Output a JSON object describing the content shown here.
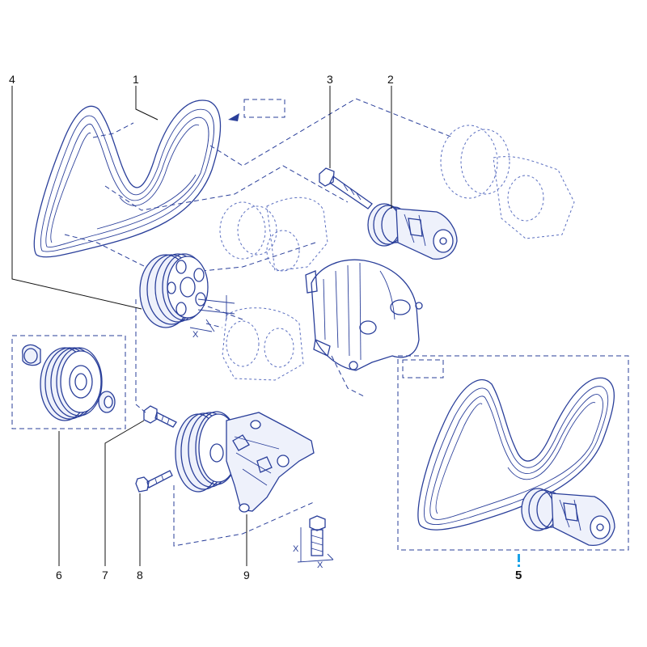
{
  "diagram": {
    "callouts": [
      {
        "id": "c1",
        "label": "1"
      },
      {
        "id": "c2",
        "label": "2"
      },
      {
        "id": "c3",
        "label": "3"
      },
      {
        "id": "c4",
        "label": "4"
      },
      {
        "id": "c5",
        "label": "5"
      },
      {
        "id": "c6",
        "label": "6"
      },
      {
        "id": "c7",
        "label": "7"
      },
      {
        "id": "c8",
        "label": "8"
      },
      {
        "id": "c9",
        "label": "9"
      }
    ],
    "dimension_marks": {
      "pulley_mark": "X",
      "bolt_mark_1": "X",
      "bolt_mark_2": "X"
    },
    "colors": {
      "line": "#2a3f9a",
      "ghost": "#5b6fc0",
      "accent": "#1aa3e8"
    }
  }
}
